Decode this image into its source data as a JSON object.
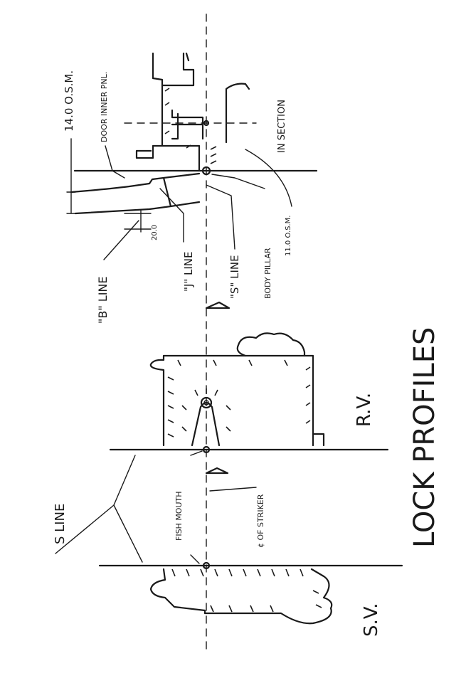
{
  "title": "LOCK PROFILES",
  "views": {
    "sv": "S.V.",
    "rv": "R.V."
  },
  "labels": {
    "s_line_left": "S LINE",
    "fish_mouth": "FISH MOUTH",
    "cl_striker": "¢ OF STRIKER",
    "b_line": "\"B\" LINE",
    "j_line": "\"J\" LINE",
    "s_line_right": "\"S\" LINE",
    "dim_20": "20.0",
    "dim_14": "14.0 O.S.M.",
    "door_inner": "DOOR INNER PNL.",
    "body_pillar": "BODY PILLAR",
    "body_pillar_dim": "11.0 O.S.M.",
    "in_section": "IN SECTION"
  }
}
